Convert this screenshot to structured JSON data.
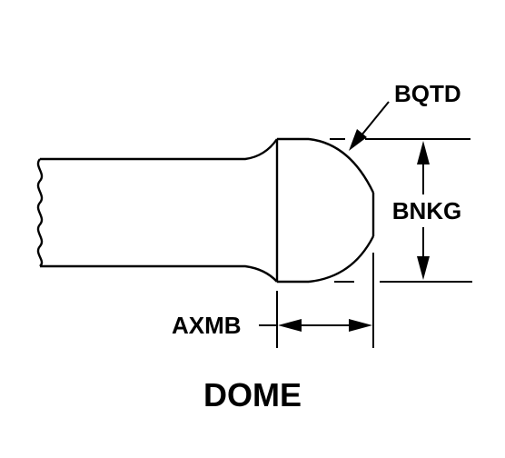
{
  "labels": {
    "radius": "BQTD",
    "diameter": "BNKG",
    "length": "AXMB",
    "title": "DOME"
  }
}
